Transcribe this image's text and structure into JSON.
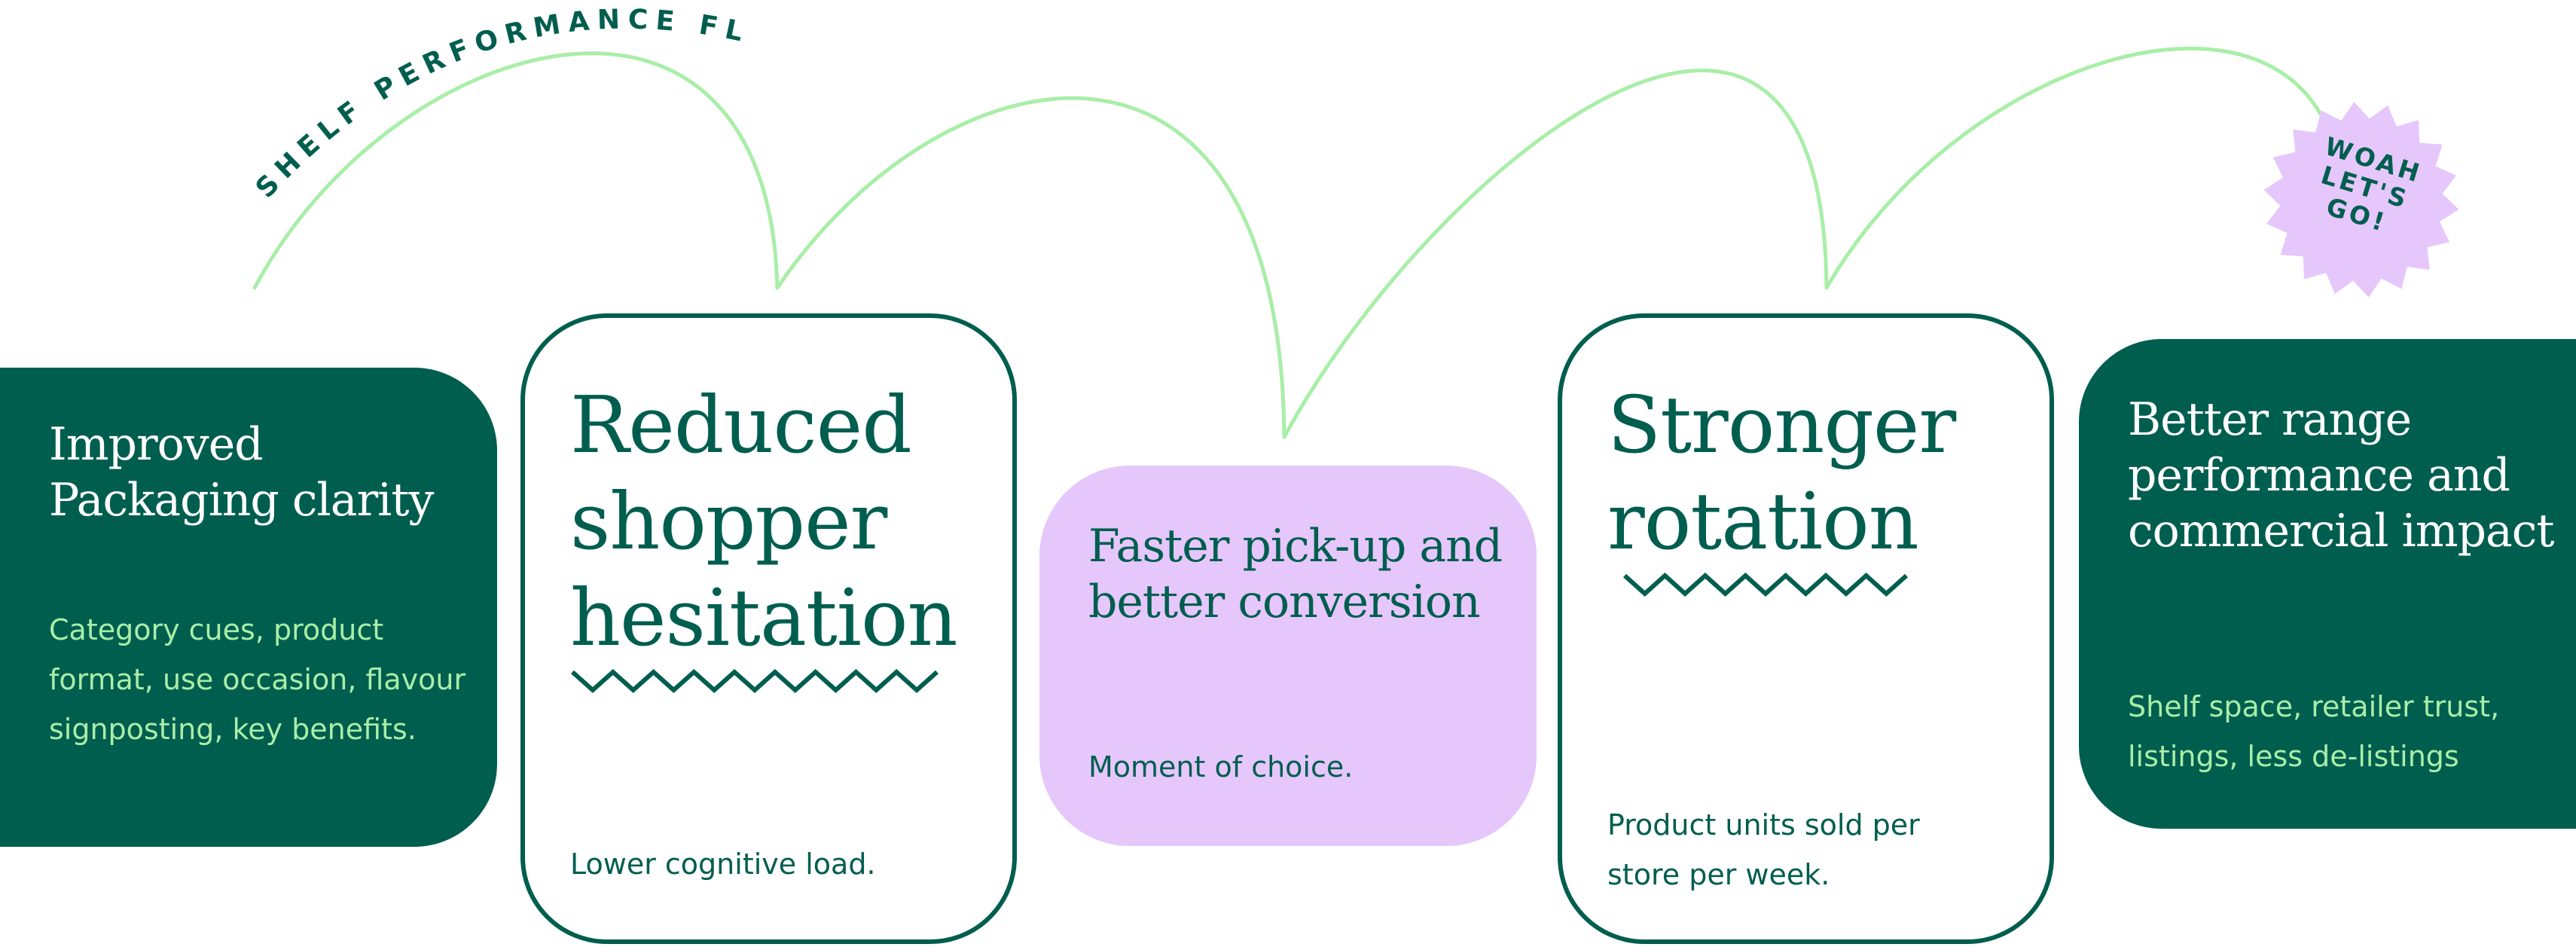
{
  "flow_title": "SHELF PERFORMANCE FLOW",
  "badge": {
    "text": "WOAH\nLET'S\nGO!"
  },
  "colors": {
    "dark_green": "#005e4f",
    "mint": "#a9eea8",
    "lilac": "#e6c7fb",
    "white": "#ffffff"
  },
  "cards": [
    {
      "heading": "Improved Packaging clarity",
      "body": "Category cues, product format, use occasion, flavour signposting, key benefits."
    },
    {
      "heading": "Reduced shopper hesitation",
      "body": "Lower cognitive load."
    },
    {
      "heading": "Faster pick-up and better conversion",
      "body": "Moment of choice."
    },
    {
      "heading": "Stronger rotation",
      "body": "Product units sold per store per week."
    },
    {
      "heading": "Better range performance and commercial impact",
      "body": "Shelf space, retailer trust, listings, less de-listings"
    }
  ]
}
